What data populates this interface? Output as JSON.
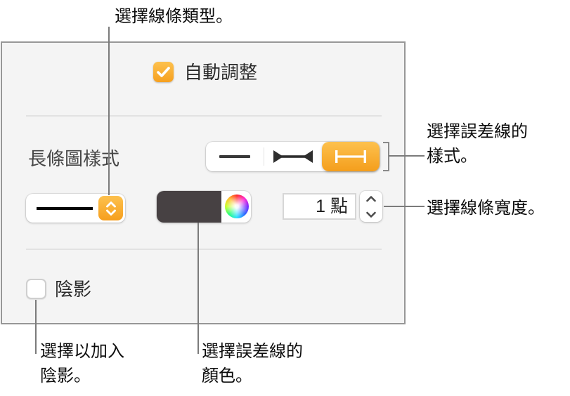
{
  "colors": {
    "accent": "#F6A01F",
    "accent_light": "#FDC14E",
    "swatch_current": "#474143",
    "panel_background": "#F4F4F4",
    "panel_border": "#979797",
    "callout_line": "#7B7B7B"
  },
  "callouts": {
    "line_type": "選擇線條類型。",
    "error_bar_style_line1": "選擇誤差線的",
    "error_bar_style_line2": "樣式。",
    "line_width": "選擇線條寬度。",
    "add_shadow_line1": "選擇以加入",
    "add_shadow_line2": "陰影。",
    "error_bar_color_line1": "選擇誤差線的",
    "error_bar_color_line2": "顏色。"
  },
  "panel": {
    "auto_fit_checkbox": {
      "label": "自動調整",
      "checked": true
    },
    "bar_style_label": "長條圖樣式",
    "error_bar_style_segments": [
      {
        "icon": "line-plain-icon",
        "selected": false
      },
      {
        "icon": "line-arrow-caps-icon",
        "selected": false
      },
      {
        "icon": "line-flat-caps-icon",
        "selected": true
      }
    ],
    "line_type_popup": {
      "icon": "solid-line-sample",
      "control": "popup-chevrons"
    },
    "color_well": {
      "swatch_color": "#474143",
      "wheel_icon": "color-wheel-icon"
    },
    "line_width_field": {
      "value": "1 點"
    },
    "shadow_checkbox": {
      "label": "陰影",
      "checked": false
    }
  }
}
